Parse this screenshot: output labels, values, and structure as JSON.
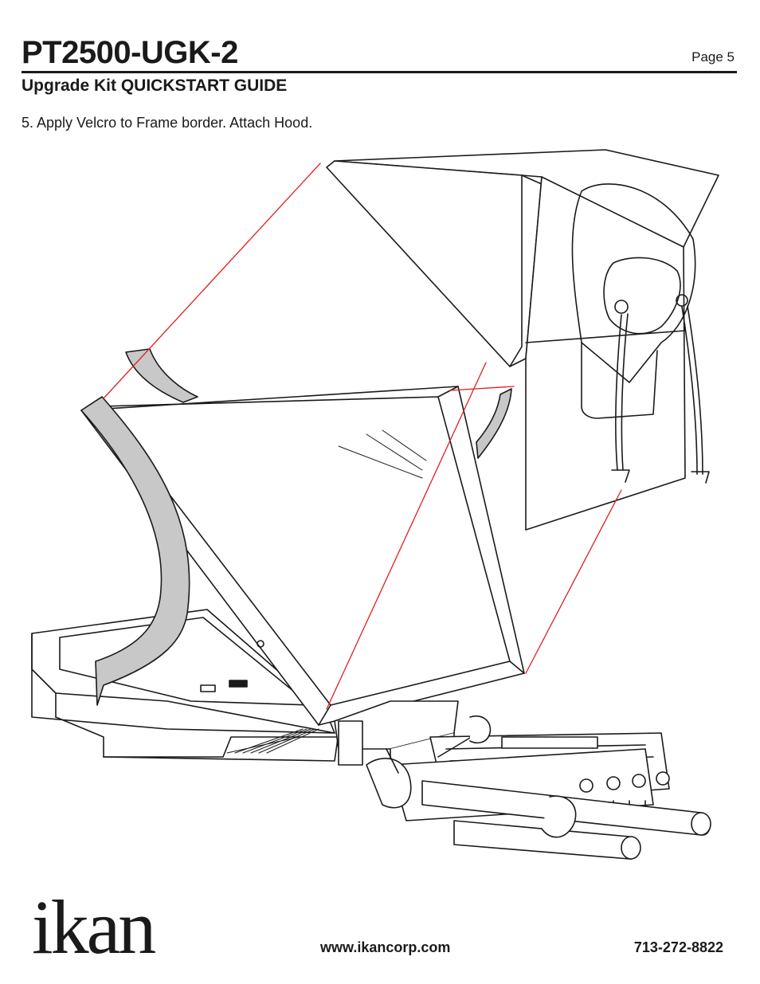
{
  "header": {
    "title": "PT2500-UGK-2",
    "page_label": "Page 5",
    "subtitle": "Upgrade Kit QUICKSTART GUIDE"
  },
  "instructions": {
    "step_text": "5. Apply Velcro to Frame border. Attach Hood."
  },
  "brand": {
    "logo_text": "ikan"
  },
  "footer": {
    "website": "www.ikancorp.com",
    "phone": "713-272-8822"
  },
  "colors": {
    "guide_line": "#e02020",
    "velcro_fill": "#c8c8c8",
    "text": "#1a1a1a"
  }
}
